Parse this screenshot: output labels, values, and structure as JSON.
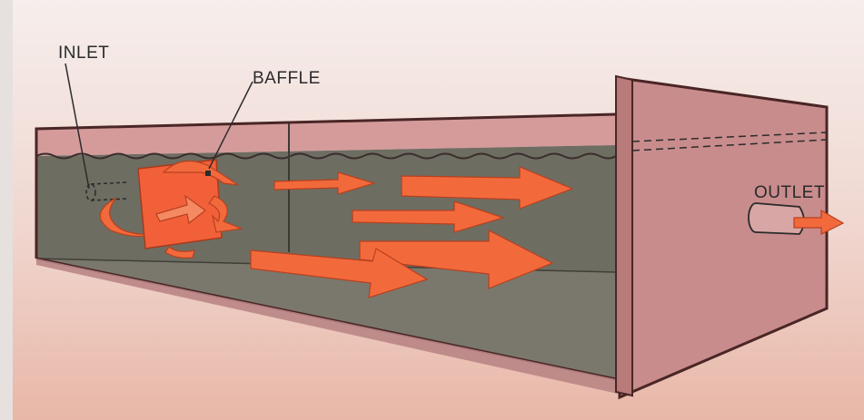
{
  "labels": {
    "inlet": "INLET",
    "baffle": "BAFFLE",
    "outlet": "OUTLET"
  },
  "colors": {
    "background_top": "#f1e6e4",
    "background_bottom": "#e9bcae",
    "tank_wall": "#c98c8c",
    "tank_wall_dark": "#b87a7a",
    "water": "#6f6f63",
    "water_floor": "#7d7b70",
    "outline": "#4a2626",
    "arrow": "#f26a3c",
    "arrow_edge": "#b8401e",
    "baffle": "#f2603a",
    "label_text": "#2a2a2a"
  }
}
